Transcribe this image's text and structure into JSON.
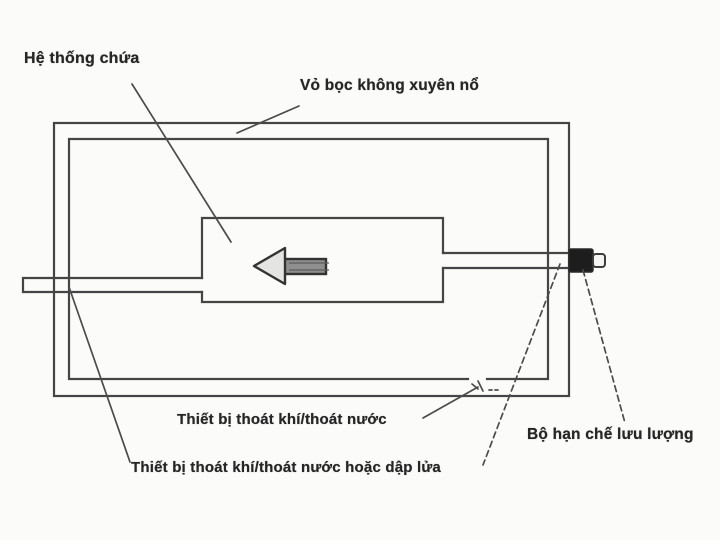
{
  "labels": {
    "containment_system": "Hệ thống chứa",
    "flameproof_enclosure": "Vỏ bọc không xuyên nổ",
    "vent_drain_device": "Thiết bị thoát khí/thoát nước",
    "vent_drain_or_flame_arrest_device": "Thiết bị thoát khí/thoát nước hoặc dập lửa",
    "flow_restrictor": "Bộ hạn chế lưu lượng"
  },
  "colors": {
    "background": "#fbfbf9",
    "line": "#454545",
    "text": "#262626",
    "restrictor_fill": "#1d1d1d",
    "arrow_head_fill": "#e4e4e2",
    "arrow_tail_fill": "#8f8f8f",
    "pipe_cap_fill": "#f4f4f2"
  }
}
